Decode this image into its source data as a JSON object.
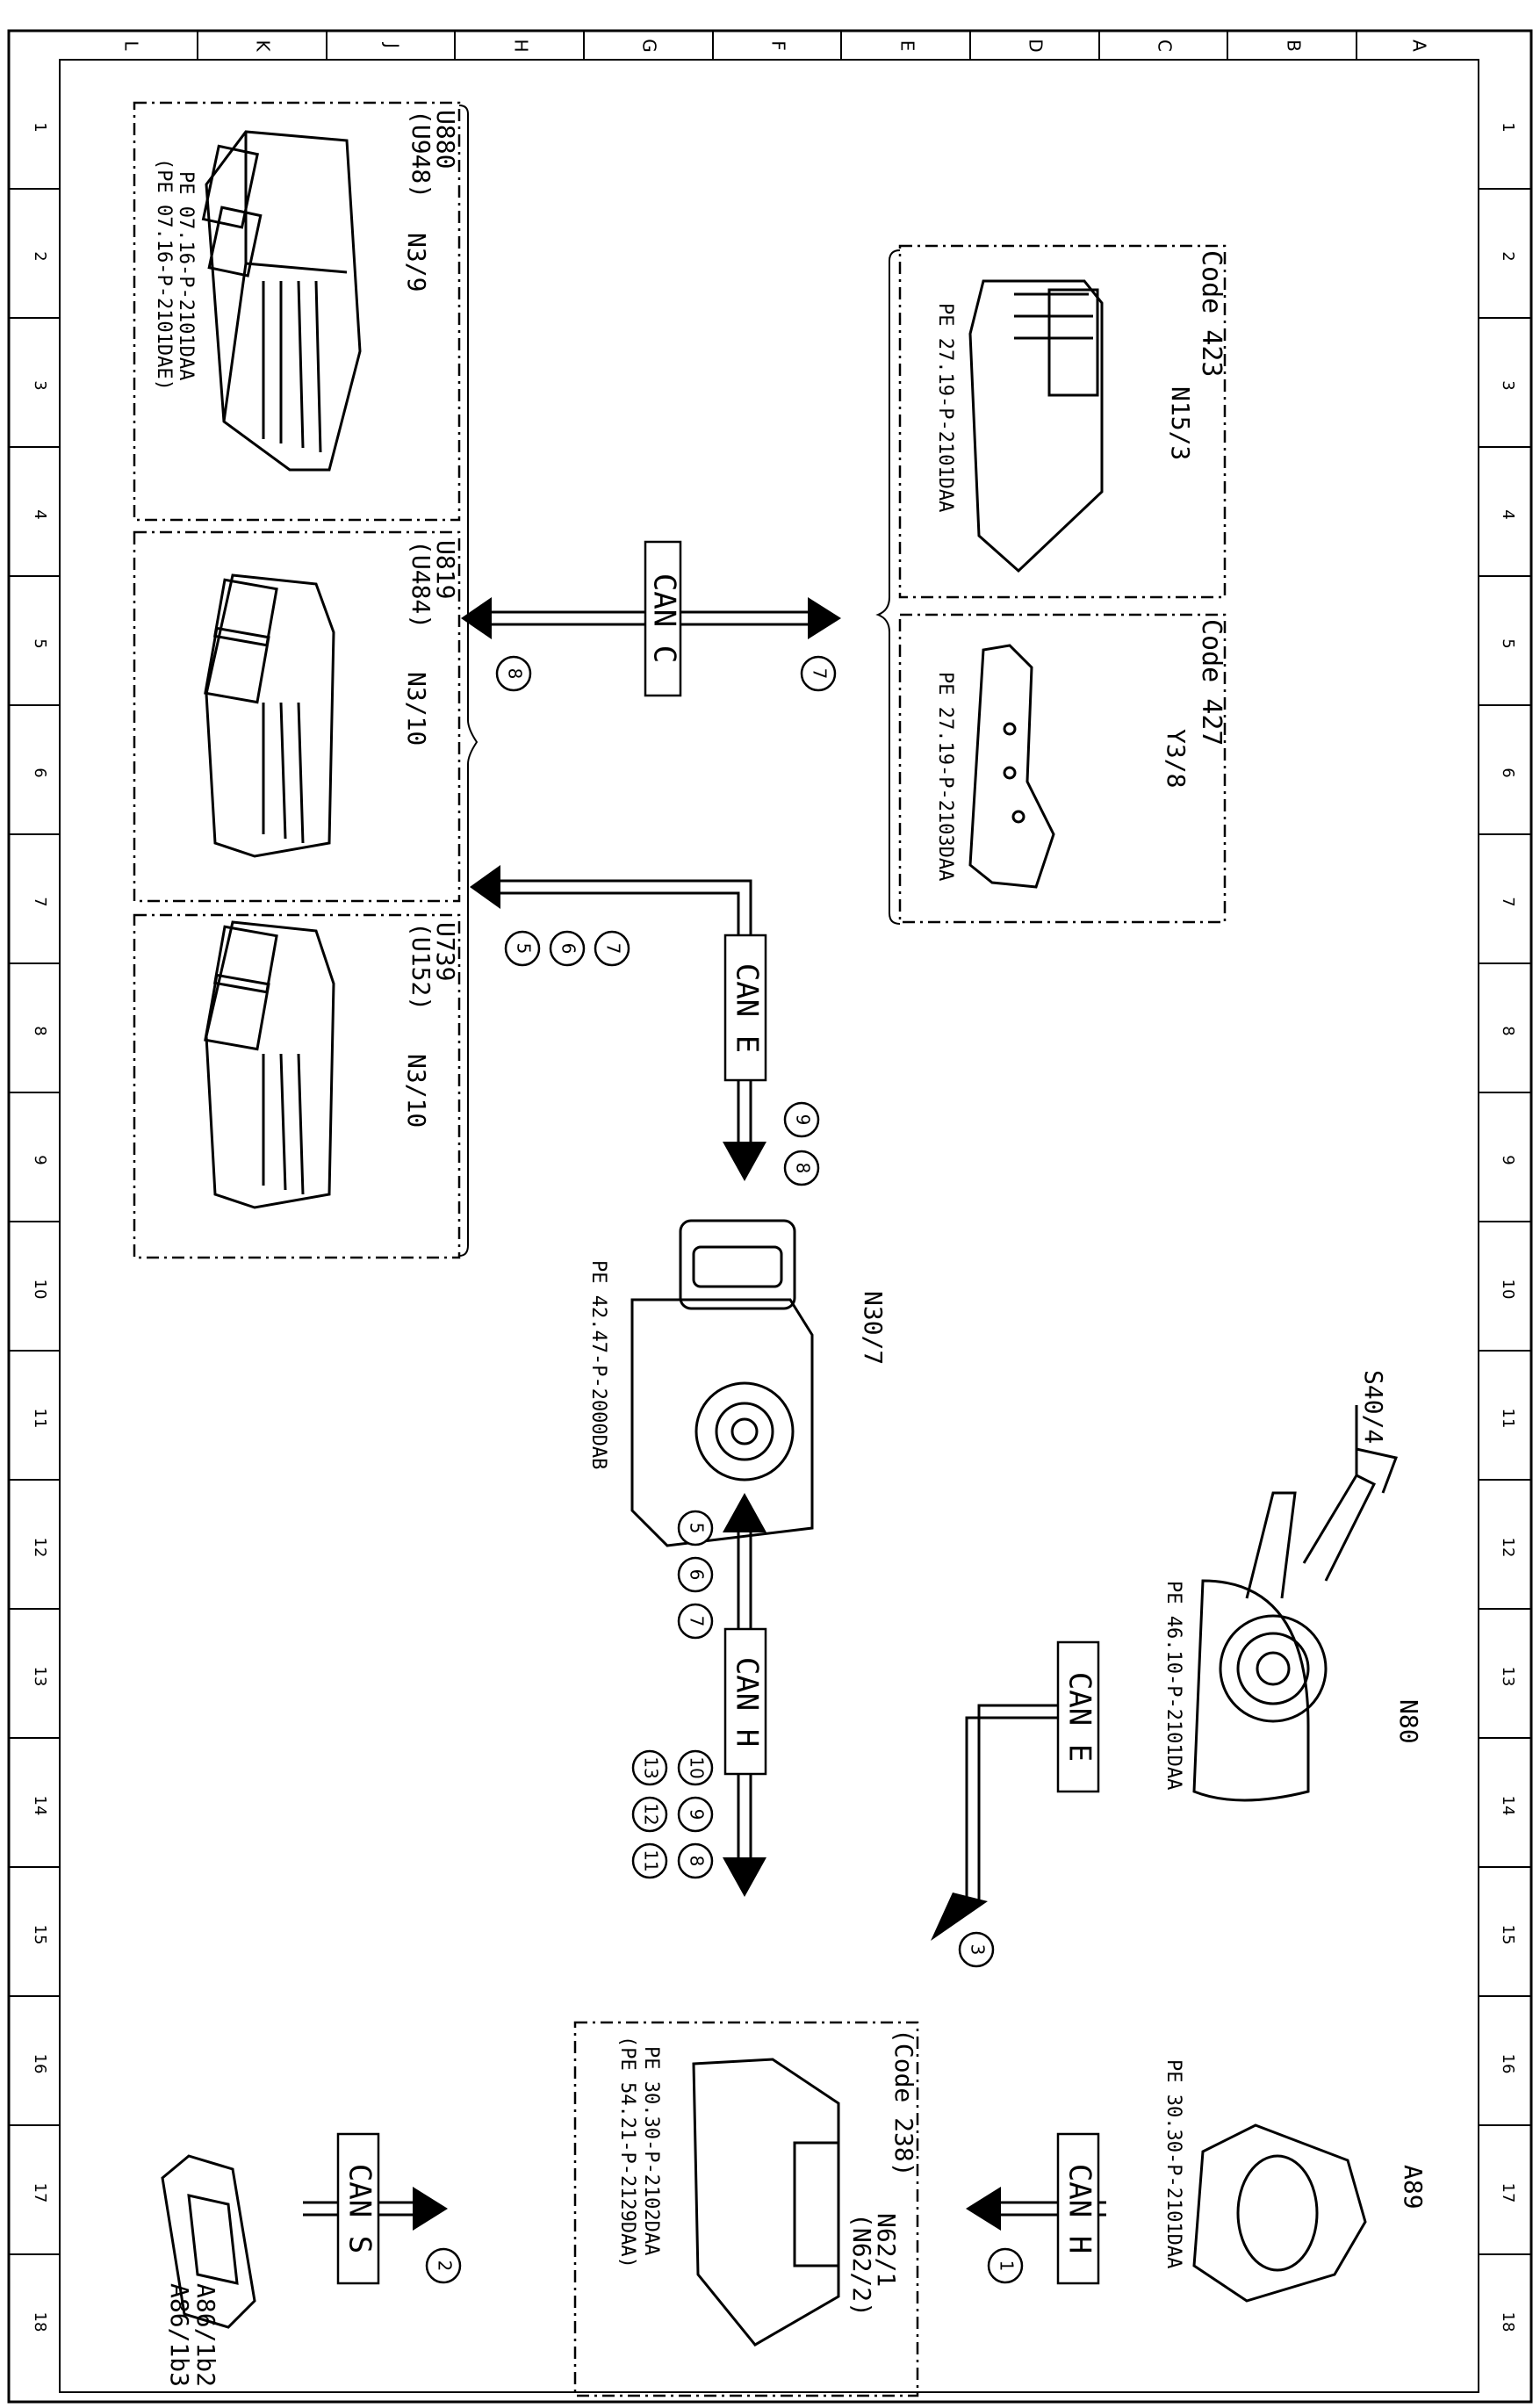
{
  "frame": {
    "col_letters": [
      "L",
      "K",
      "J",
      "H",
      "G",
      "F",
      "E",
      "D",
      "C",
      "B",
      "A"
    ],
    "row_numbers": [
      "1",
      "2",
      "3",
      "4",
      "5",
      "6",
      "7",
      "8",
      "9",
      "10",
      "11",
      "12",
      "13",
      "14",
      "15",
      "16",
      "17",
      "18"
    ]
  },
  "components": {
    "u880": {
      "code": "U880",
      "code_alt": "(U948)",
      "id": "N3/9",
      "ref1": "PE 07.16-P-2101DAA",
      "ref2": "(PE 07.16-P-2101DAE)"
    },
    "u819": {
      "code": "U819",
      "code_alt": "(U484)",
      "id": "N3/10"
    },
    "u739": {
      "code": "U739",
      "code_alt": "(U152)",
      "id": "N3/10"
    },
    "n15_3": {
      "code": "Code 423",
      "id": "N15/3",
      "ref": "PE 27.19-P-2101DAA"
    },
    "y3_8": {
      "code": "Code 427",
      "id": "Y3/8",
      "ref": "PE 27.19-P-2103DAA"
    },
    "n30_7": {
      "id": "N30/7",
      "ref": "PE 42.47-P-2000DAB"
    },
    "s40_4": {
      "id": "S40/4"
    },
    "n80": {
      "id": "N80",
      "ref": "PE 46.10-P-2101DAA"
    },
    "a89": {
      "id": "A89",
      "ref": "PE 30.30-P-2101DAA"
    },
    "n62_1": {
      "code": "(Code 238)",
      "id": "N62/1",
      "id_alt": "(N62/2)",
      "ref1": "PE 30.30-P-2102DAA",
      "ref2": "(PE 54.21-P-2129DAA)"
    },
    "a86": {
      "id1": "A86/1b2",
      "id2": "A86/1b3"
    }
  },
  "buses": {
    "can_c": {
      "label": "CAN C",
      "markers": [
        "7",
        "8"
      ]
    },
    "can_e_top": {
      "label": "CAN E",
      "markers_left": [
        "7",
        "6",
        "5"
      ],
      "markers_right": [
        "9",
        "8"
      ]
    },
    "can_h_mid": {
      "label": "CAN H",
      "markers_left": [
        "5",
        "6",
        "7"
      ],
      "markers_right_top": [
        "10",
        "9",
        "8"
      ],
      "markers_right_bottom": [
        "13",
        "12",
        "11"
      ]
    },
    "can_e_right": {
      "label": "CAN E",
      "marker": "3"
    },
    "can_h_right": {
      "label": "CAN H",
      "marker": "1"
    },
    "can_s": {
      "label": "CAN S",
      "marker": "2"
    }
  }
}
